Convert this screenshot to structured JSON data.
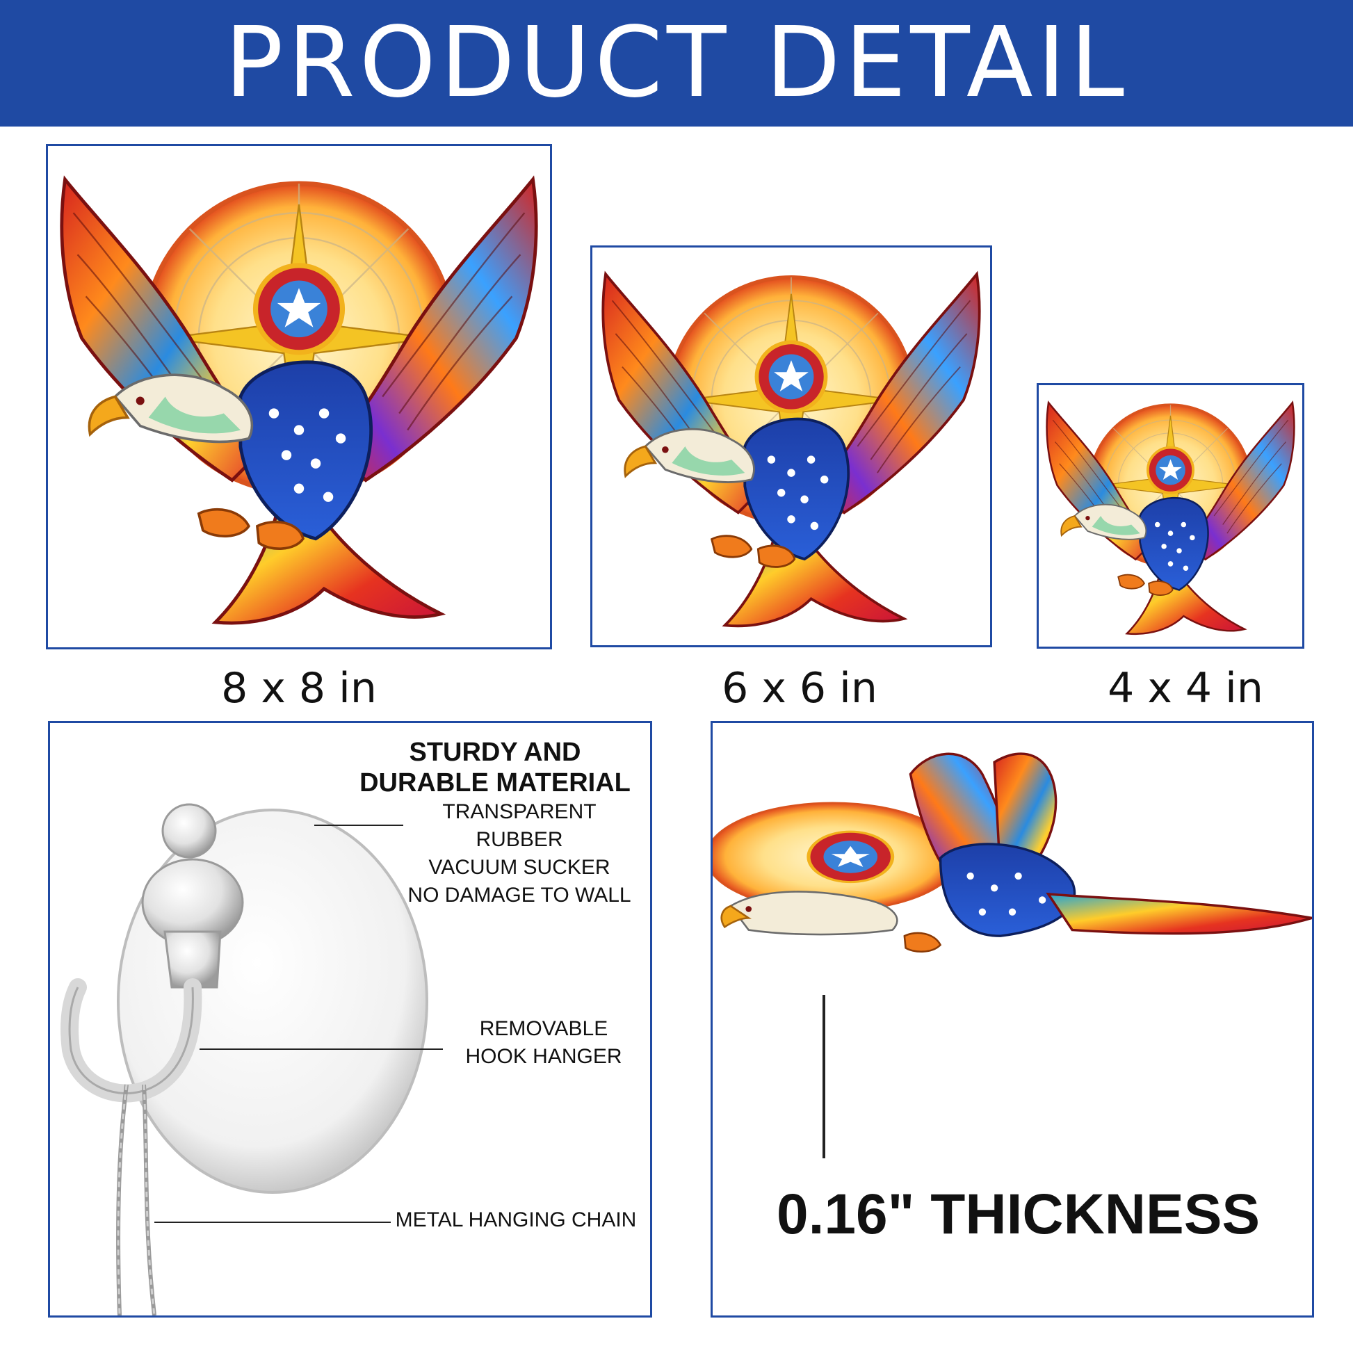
{
  "header": {
    "title": "PRODUCT DETAIL"
  },
  "sizes": [
    {
      "label": "8 x 8 in"
    },
    {
      "label": "6 x 6 in"
    },
    {
      "label": "4 x 4 in"
    }
  ],
  "features": {
    "material_title_line1": "STURDY AND",
    "material_title_line2": "DURABLE MATERIAL",
    "sucker_line1": "TRANSPARENT RUBBER",
    "sucker_line2": "VACUUM SUCKER",
    "sucker_line3": "NO DAMAGE TO WALL",
    "hook_line1": "REMOVABLE",
    "hook_line2": "HOOK HANGER",
    "chain": "METAL HANGING CHAIN"
  },
  "thickness": {
    "label": "0.16\" THICKNESS"
  },
  "colors": {
    "brand_blue": "#1f4aa3"
  }
}
